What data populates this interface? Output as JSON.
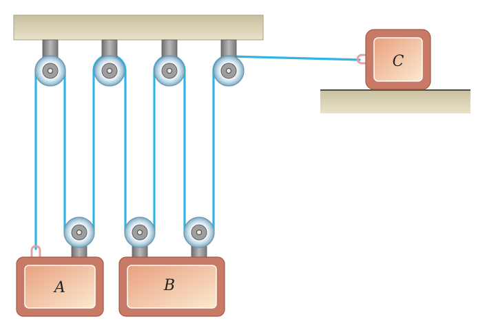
{
  "blocks": {
    "A": {
      "label": "A"
    },
    "B": {
      "label": "B"
    },
    "C": {
      "label": "C"
    }
  },
  "colors": {
    "rope": "#2fb4e6",
    "ceiling": "#ddd6b8",
    "floor": "#ddd6b8",
    "block_outer": "#c97a66",
    "block_inner": "#f7d7b8",
    "bracket": "#8c8c8c",
    "pulley_outer": "#a9c4d4",
    "pulley_inner": "#d8e9f2",
    "hook": "#e8a0a0"
  }
}
